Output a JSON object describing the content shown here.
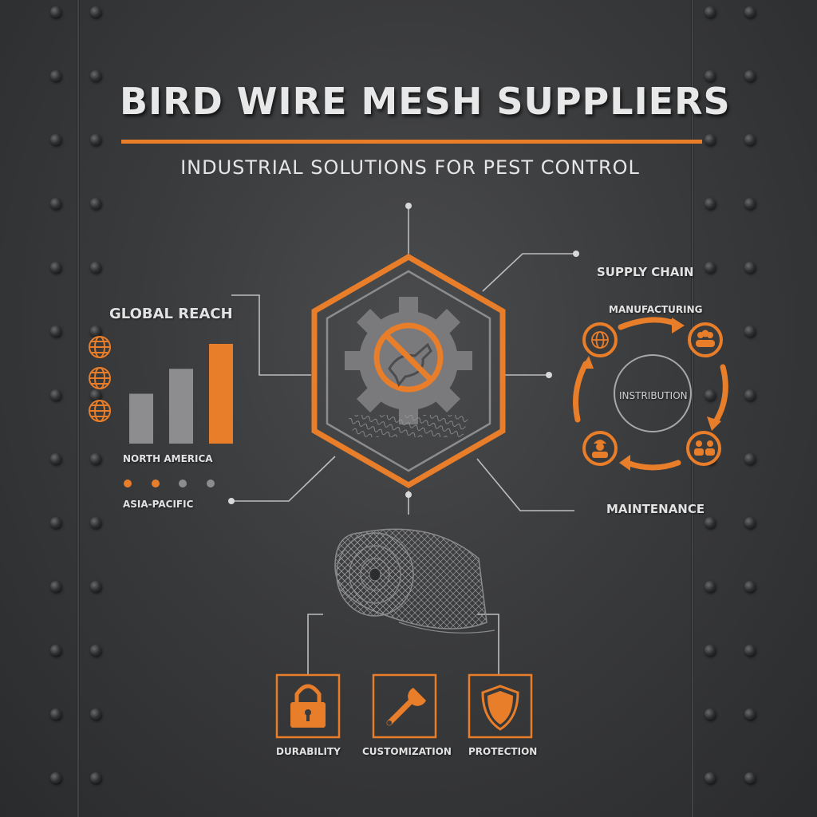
{
  "header": {
    "title": "BIRD WIRE MESH SUPPLIERS",
    "subtitle": "INDUSTRIAL SOLUTIONS FOR PEST CONTROL"
  },
  "global_reach": {
    "heading": "GLOBAL REACH",
    "region_primary": "NORTH AMERICA",
    "region_secondary": "ASIA-PACIFIC",
    "chart_data": {
      "type": "bar",
      "categories": [
        "",
        "",
        ""
      ],
      "values": [
        2,
        3,
        4
      ],
      "colors": [
        "#8d8d8f",
        "#8d8d8f",
        "#e87d2a"
      ]
    }
  },
  "supply_chain": {
    "heading": "SUPPLY CHAIN",
    "step_top": "MANUFACTURING",
    "center": "INSTRIBUTION",
    "step_bottom": "MAINTENANCE"
  },
  "features": [
    {
      "label": "DURABILITY",
      "icon": "padlock-icon"
    },
    {
      "label": "CUSTOMIZATION",
      "icon": "wrench-icon"
    },
    {
      "label": "PROTECTION",
      "icon": "shield-icon"
    }
  ],
  "colors": {
    "accent": "#e87d2a",
    "grey": "#8d8d8f",
    "text": "#e6e6e6",
    "line": "#bdbdbd"
  }
}
